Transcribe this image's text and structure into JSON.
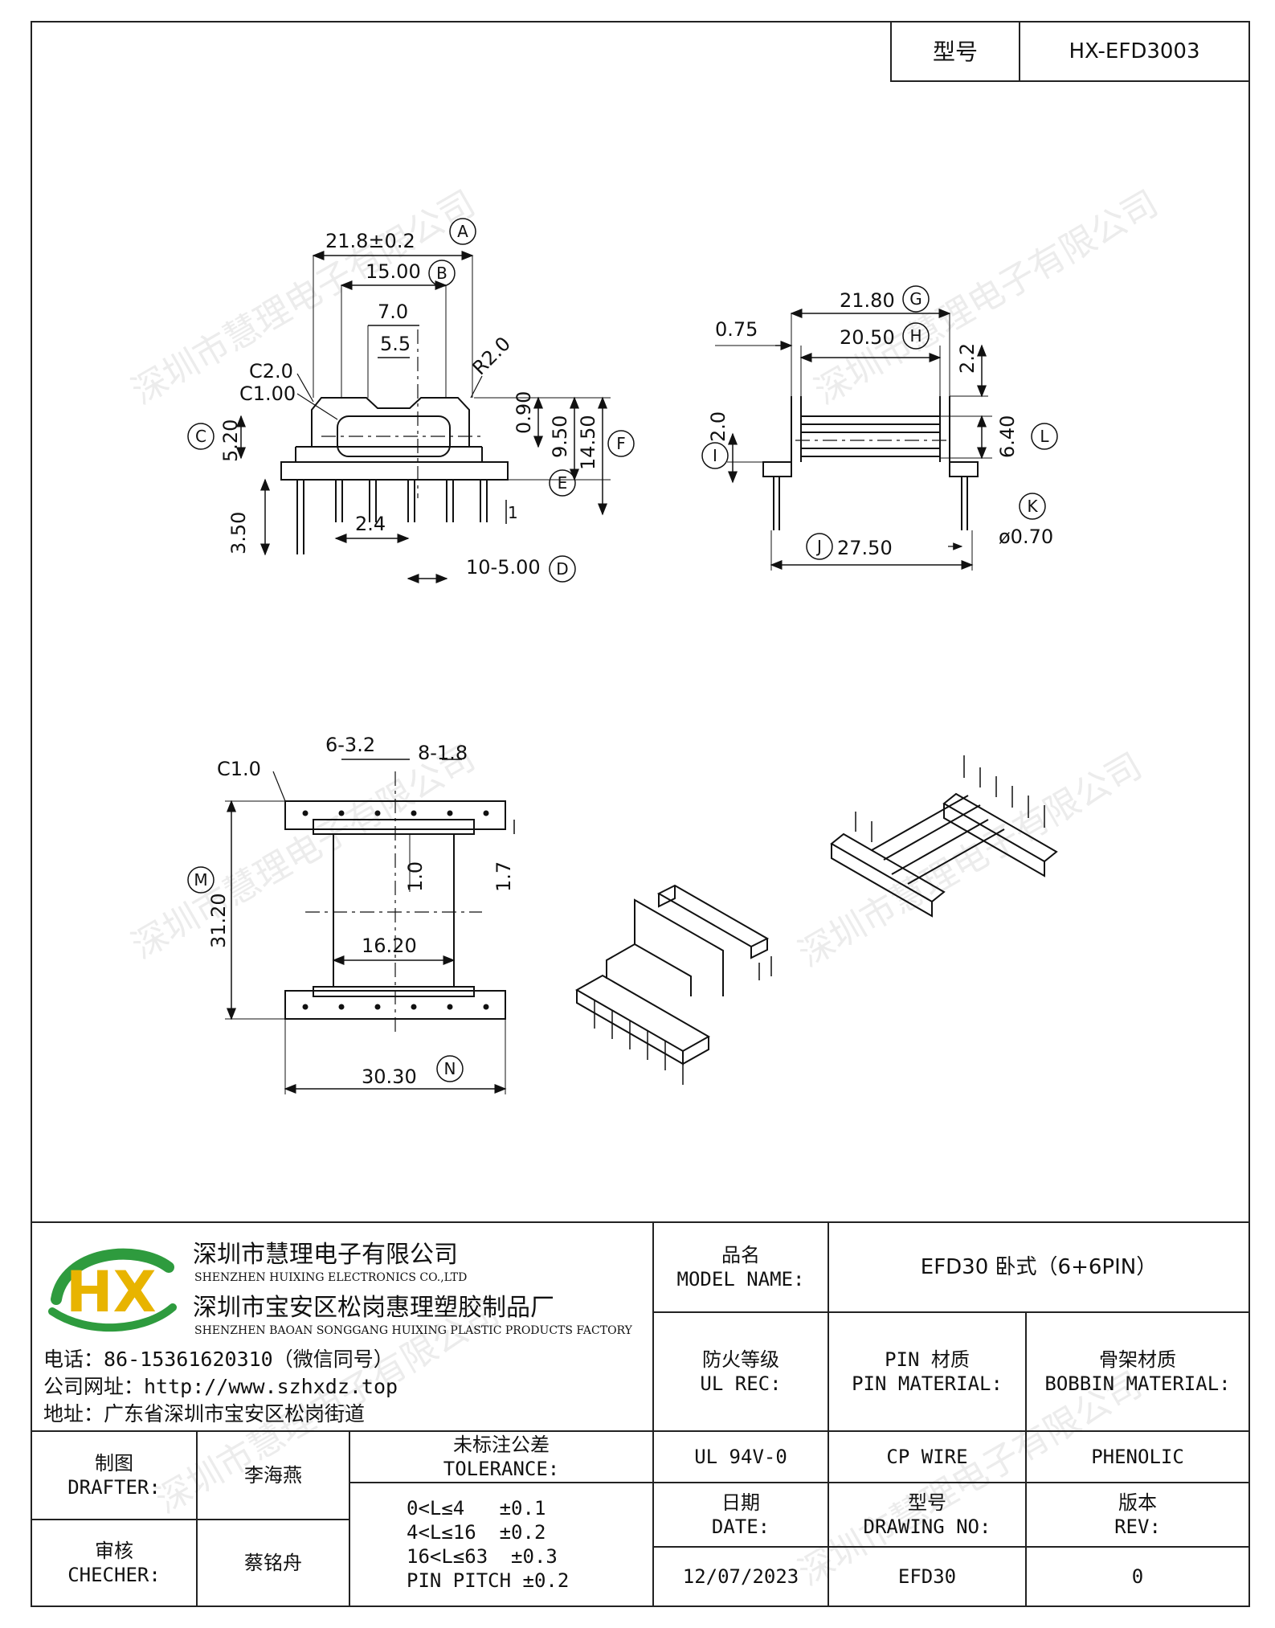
{
  "header": {
    "model_label": "型号",
    "model_value": "HX-EFD3003"
  },
  "watermark": "深圳市慧理电子有限公司",
  "dims": {
    "A": "21.8±0.2",
    "B": "15.00",
    "d7": "7.0",
    "d55": "5.5",
    "r2": "R2.0",
    "c2": "C2.0",
    "c1": "C1.00",
    "d090": "0.90",
    "d950": "9.50",
    "d1450": "14.50",
    "d520": "5.20",
    "d350": "3.50",
    "d24": "2.4",
    "D": "10-5.00",
    "d1": "1",
    "G": "21.80",
    "H": "20.50",
    "d075": "0.75",
    "d22": "2.2",
    "d20": "2.0",
    "d640": "6.40",
    "J": "27.50",
    "K": "ø0.70",
    "c10": "C1.0",
    "d632": "6-3.2",
    "d818": "8-1.8",
    "d10": "1.0",
    "d17": "1.7",
    "M": "31.20",
    "d1620": "16.20",
    "N": "30.30"
  },
  "labels": [
    "A",
    "B",
    "C",
    "D",
    "E",
    "F",
    "G",
    "H",
    "I",
    "J",
    "K",
    "L",
    "M",
    "N"
  ],
  "company": {
    "name_cn": "深圳市慧理电子有限公司",
    "name_en": "SHENZHEN HUIXING ELECTRONICS CO.,LTD",
    "factory_cn": "深圳市宝安区松岗惠理塑胶制品厂",
    "factory_en": "SHENZHEN BAOAN SONGGANG HUIXING PLASTIC PRODUCTS FACTORY",
    "phone": "电话：86-15361620310（微信同号）",
    "web": "公司网址：http://www.szhxdz.top",
    "address": "地址：广东省深圳市宝安区松岗街道",
    "logo_text": "HX"
  },
  "title_block": {
    "model_name_label_cn": "品名",
    "model_name_label_en": "MODEL NAME:",
    "model_name_value": "EFD30 卧式（6+6PIN）",
    "ul_label_cn": "防火等级",
    "ul_label_en": "UL REC:",
    "pin_label_cn": "PIN 材质",
    "pin_label_en": "PIN MATERIAL:",
    "bobbin_label_cn": "骨架材质",
    "bobbin_label_en": "BOBBIN MATERIAL:",
    "ul_value": "UL 94V-0",
    "pin_value": "CP WIRE",
    "bobbin_value": "PHENOLIC",
    "drafter_cn": "制图",
    "drafter_en": "DRAFTER:",
    "drafter_name": "李海燕",
    "checker_cn": "审核",
    "checker_en": "CHECHER:",
    "checker_name": "蔡铭舟",
    "tolerance_cn": "未标注公差",
    "tolerance_en": "TOLERANCE:",
    "tolerance_lines": [
      "0<L≤4   ±0.1",
      "4<L≤16  ±0.2",
      "16<L≤63  ±0.3",
      "PIN PITCH ±0.2"
    ],
    "date_cn": "日期",
    "date_en": "DATE:",
    "drawing_cn": "型号",
    "drawing_en": "DRAWING NO:",
    "rev_cn": "版本",
    "rev_en": "REV:",
    "date_value": "12/07/2023",
    "drawing_value": "EFD30",
    "rev_value": "0"
  }
}
